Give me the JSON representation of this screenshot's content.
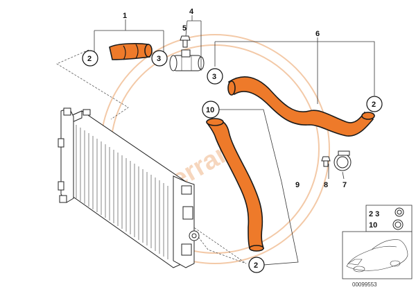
{
  "diagram": {
    "callouts": {
      "c1": "1",
      "c4": "4",
      "c5": "5",
      "c6": "6",
      "c7": "7",
      "c8": "8",
      "c9": "9"
    },
    "circled": {
      "a": "2",
      "b": "3",
      "c": "3",
      "d": "2",
      "e": "10",
      "f": "2"
    },
    "inset": {
      "line1": "2  3",
      "line2": "10"
    },
    "doc_code": "00099553",
    "colors": {
      "hose": "#ee7a2a",
      "outline": "#1a1a1a",
      "watermark": "#f3c9a7"
    },
    "icons": [
      "radiator-icon",
      "hose-clamp-icon",
      "car-silhouette-icon",
      "bolt-icon",
      "connector-icon"
    ]
  }
}
